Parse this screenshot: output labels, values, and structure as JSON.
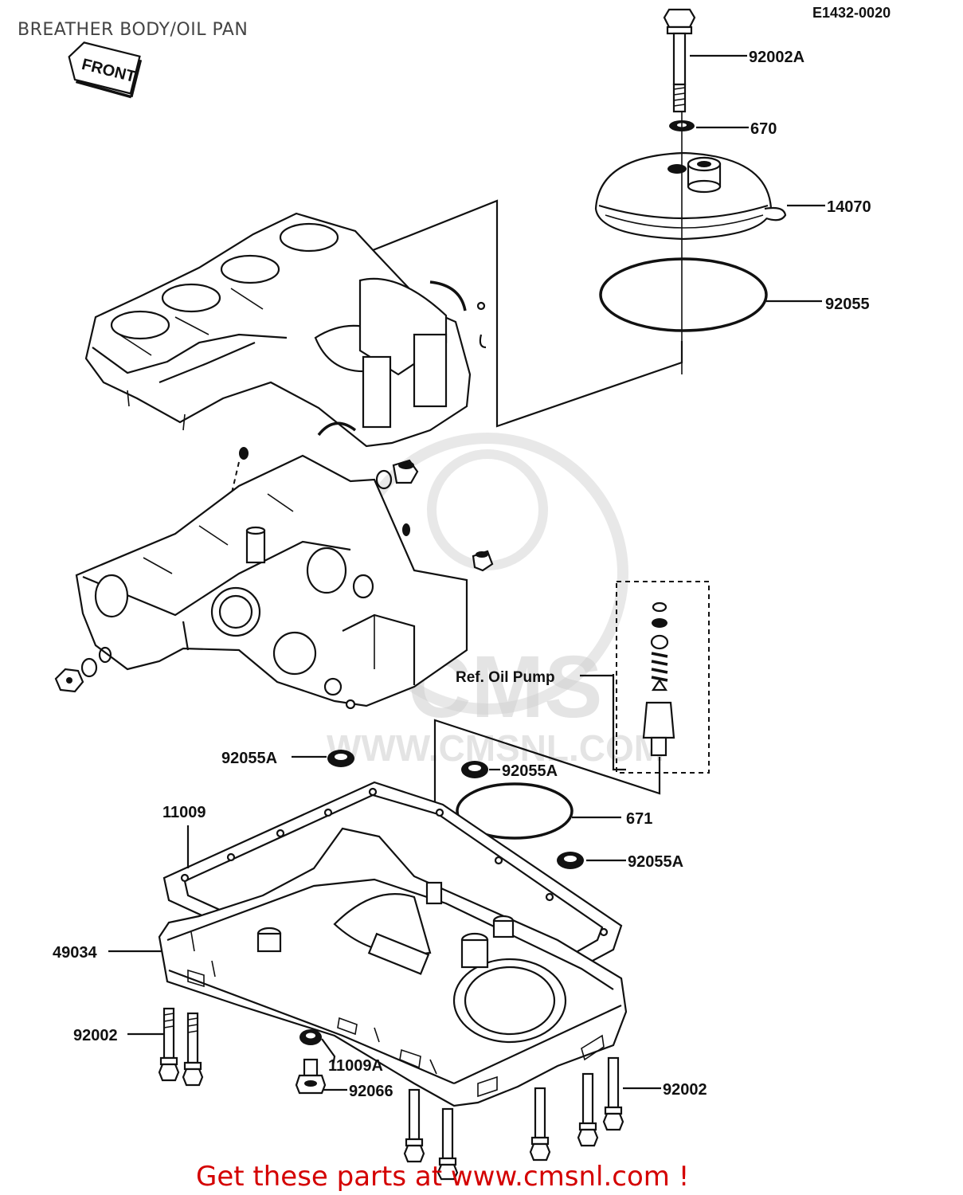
{
  "header": {
    "title": "BREATHER BODY/OIL PAN",
    "diagram_code": "E1432-0020",
    "front_tag": "FRONT"
  },
  "watermark": {
    "brand": "CMS",
    "url": "WWW.CMSNL.COM"
  },
  "callouts": {
    "c92002A": "92002A",
    "c670": "670",
    "c14070": "14070",
    "c92055": "92055",
    "ref_oil_pump": "Ref.  Oil Pump",
    "c92055A_left": "92055A",
    "c92055A_mid": "92055A",
    "c92055A_right": "92055A",
    "c11009": "11009",
    "c671": "671",
    "c49034": "49034",
    "c92002_left": "92002",
    "c11009A": "11009A",
    "c92066": "92066",
    "c92002_right": "92002"
  },
  "footer": {
    "text": "Get these parts at www.cmsnl.com !"
  },
  "colors": {
    "footer": "#d40000",
    "line": "#111111",
    "watermark": "#cfcfcf"
  }
}
